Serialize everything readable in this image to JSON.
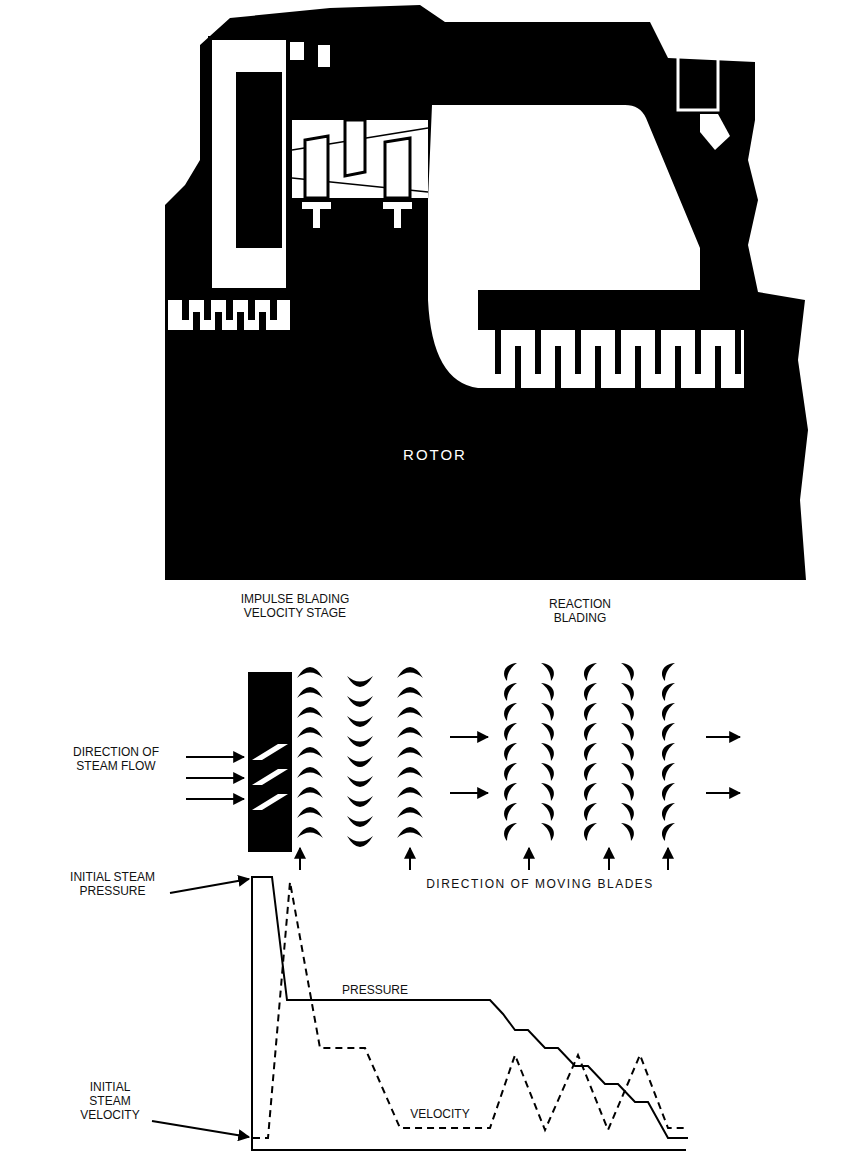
{
  "diagram": {
    "labels": [
      "ROTOR",
      "IMPULSE BLADING VELOCITY STAGE",
      "REACTION BLADING",
      "DIRECTION OF STEAM FLOW",
      "DIRECTION OF MOVING BLADES",
      "INITIAL STEAM PRESSURE",
      "PRESSURE",
      "VELOCITY",
      "INITIAL STEAM VELOCITY"
    ]
  }
}
